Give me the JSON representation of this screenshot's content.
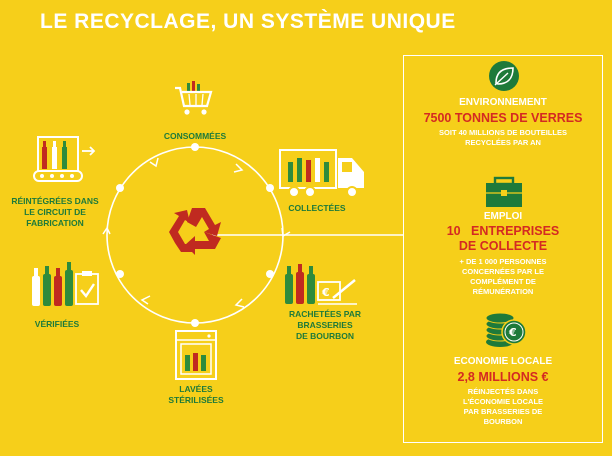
{
  "title": "LE RECYCLAGE, UN SYSTÈME UNIQUE",
  "cycle": {
    "consommees": "CONSOMMÉES",
    "collectees": "COLLECTÉES",
    "rachetees": [
      "RACHETÉES PAR",
      "BRASSERIES",
      "DE BOURBON"
    ],
    "lavees": [
      "LAVÉES",
      "STÉRILISÉES"
    ],
    "verifiees": "VÉRIFIÉES",
    "reintegrees": [
      "RÉINTÉGRÉES DANS",
      "LE CIRCUIT DE",
      "FABRICATION"
    ]
  },
  "panel": {
    "environnement": {
      "title": "ENVIRONNEMENT",
      "big": "7500 TONNES DE VERRES",
      "small": [
        "SOIT 40 MILLIONS DE BOUTEILLES",
        "RECYCLÉES PAR AN"
      ]
    },
    "emploi": {
      "title": "EMPLOI",
      "big": [
        "10   ENTREPRISES",
        "DE COLLECTE"
      ],
      "small": [
        "+ DE 1 000 PERSONNES",
        "CONCERNÉES PAR LE",
        "COMPLÉMENT DE",
        "RÉMUNÉRATION"
      ]
    },
    "economie": {
      "title": "ECONOMIE LOCALE",
      "big": "2,8 MILLIONS €",
      "small": [
        "RÉINJECTÉS DANS",
        "L'ÉCONOMIE LOCALE",
        "PAR BRASSERIES DE",
        "BOURBON"
      ]
    }
  },
  "colors": {
    "background": "#F6CF1A",
    "green": "#1E7A3A",
    "red": "#D42A22",
    "white": "#FFFFFF"
  },
  "icons": [
    "cart-icon",
    "truck-icon",
    "bottles-pen-icon",
    "washer-icon",
    "bottles-check-icon",
    "conveyor-icon",
    "recycle-icon",
    "leaf-icon",
    "briefcase-icon",
    "coins-icon"
  ]
}
